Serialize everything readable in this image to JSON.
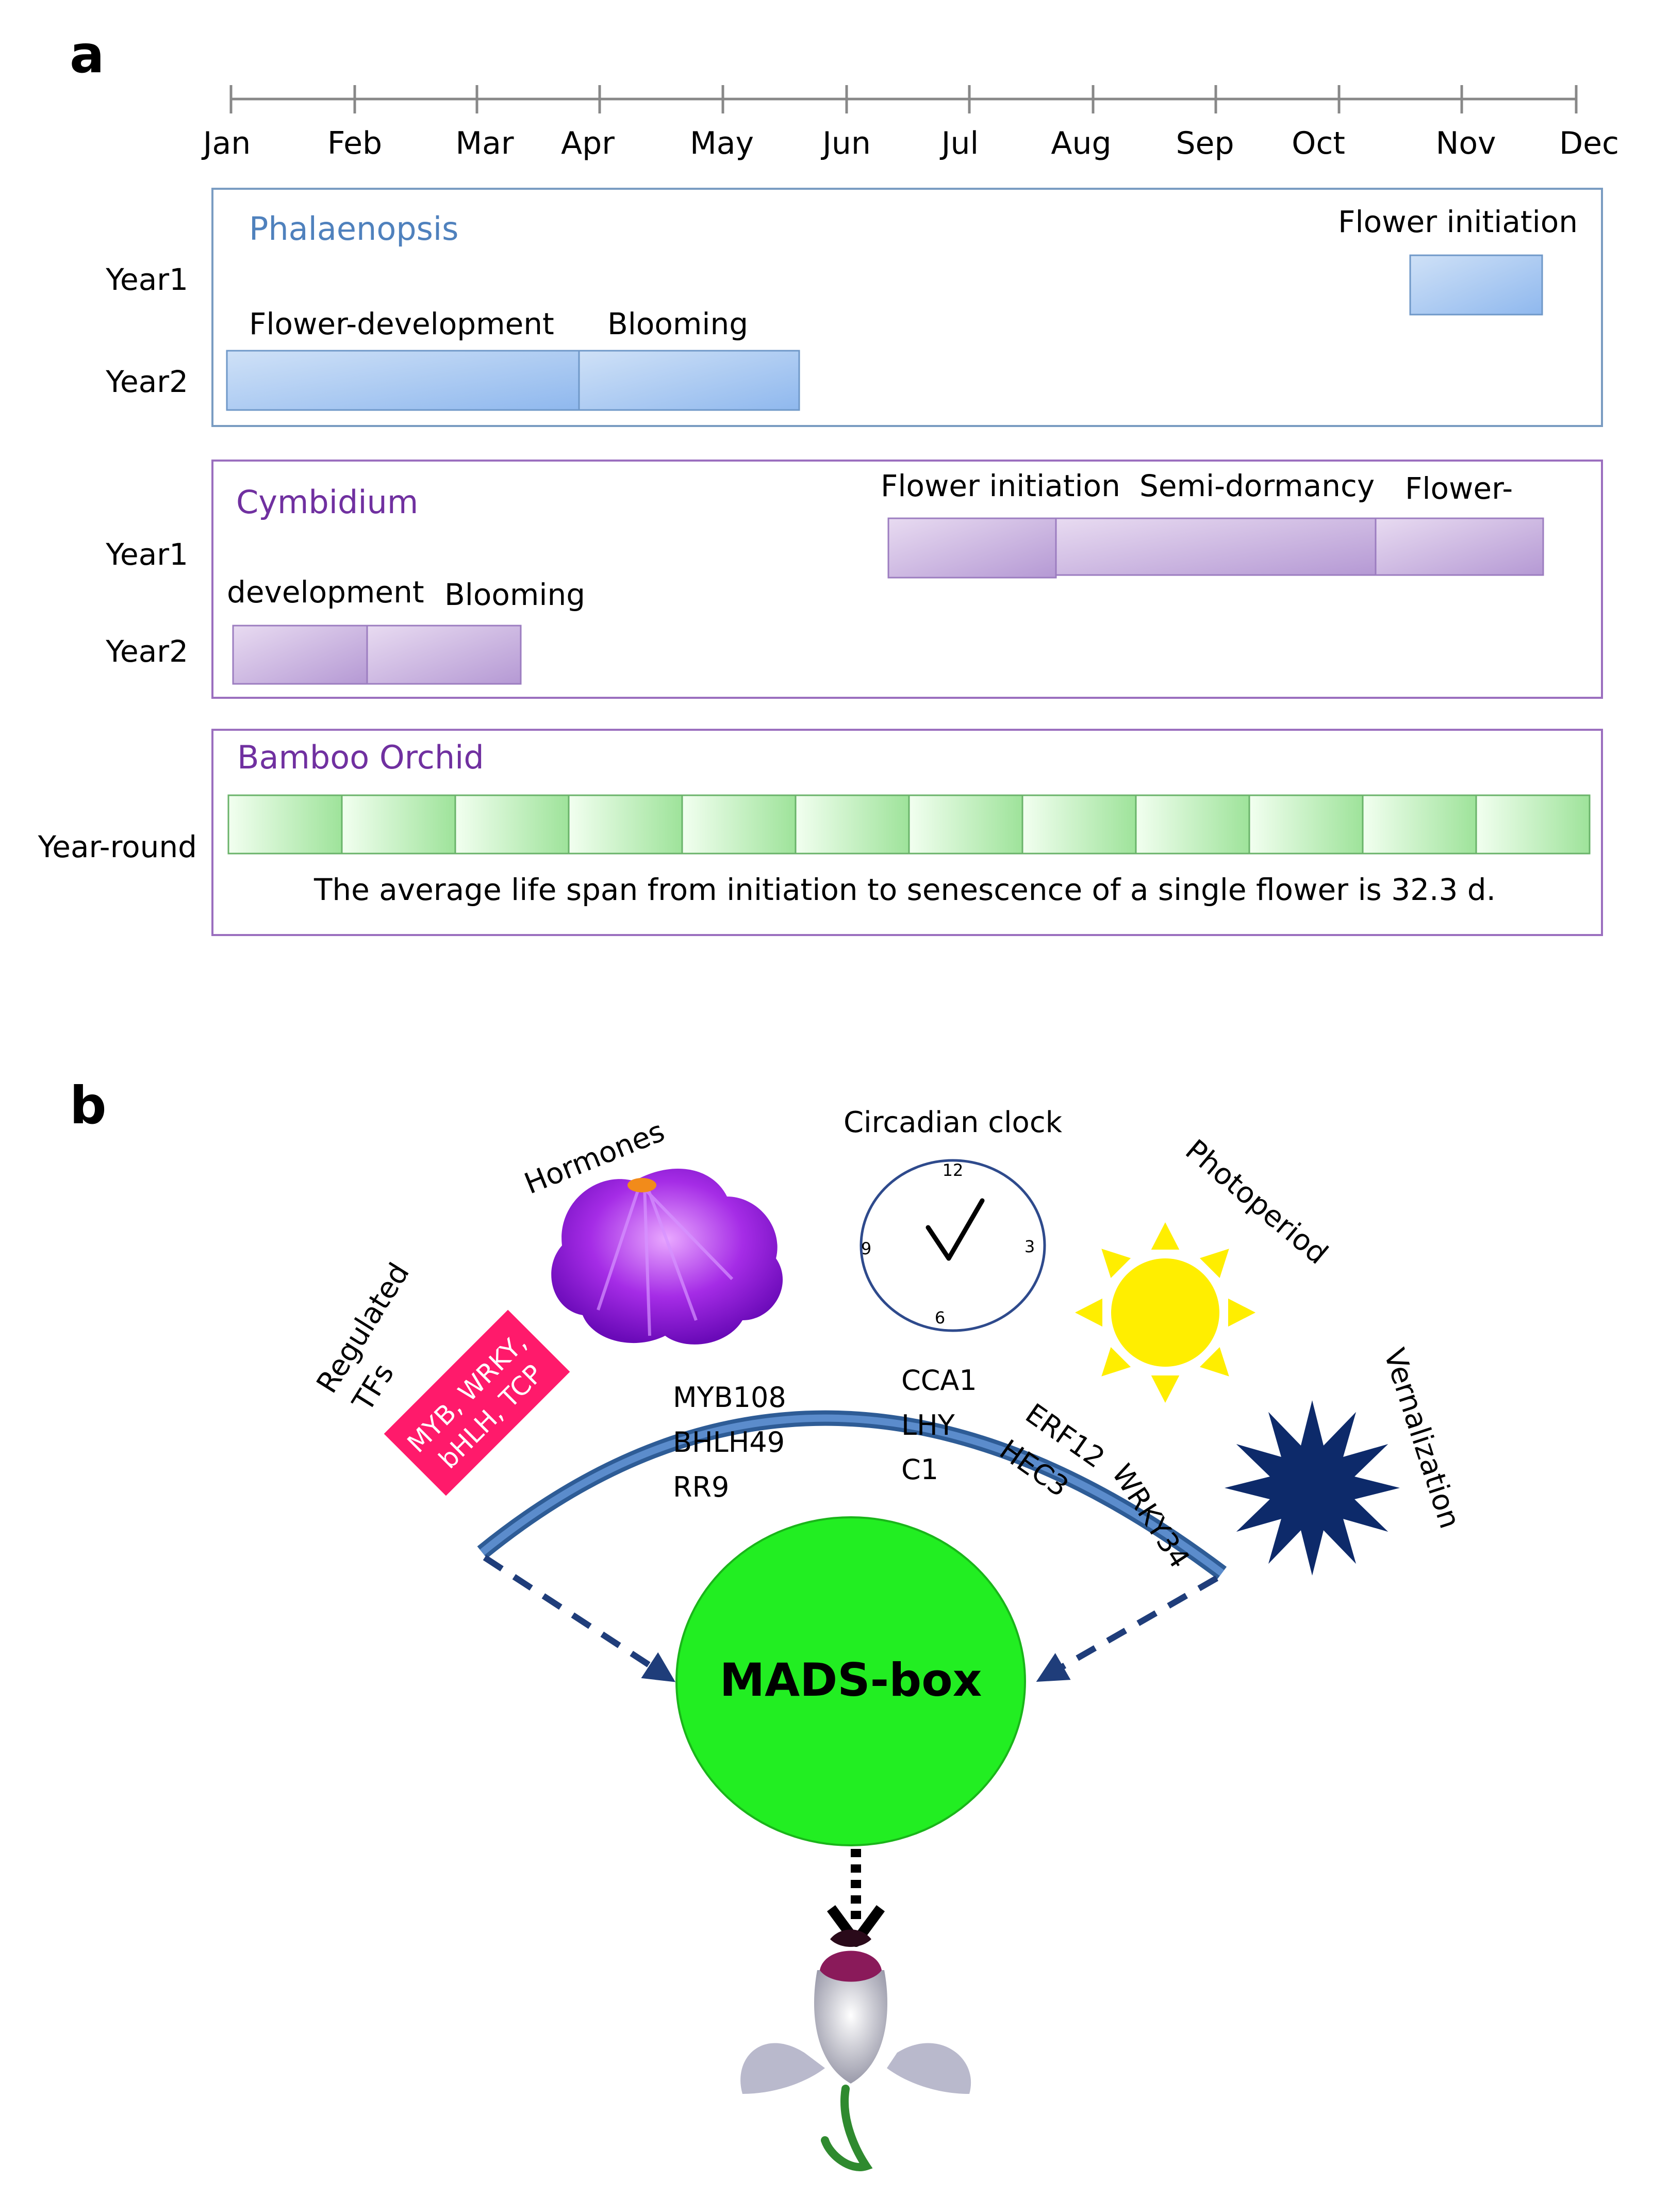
{
  "panel_a": {
    "label": "a",
    "months": [
      "Jan",
      "Feb",
      "Mar",
      "Apr",
      "May",
      "Jun",
      "Jul",
      "Aug",
      "Sep",
      "Oct",
      "Nov",
      "Dec"
    ],
    "phalaenopsis": {
      "name": "Phalaenopsis",
      "row1": "Year1",
      "row2": "Year2",
      "label_initiation": "Flower initiation",
      "label_development": "Flower-development",
      "label_blooming": "Blooming"
    },
    "cymbidium": {
      "name": "Cymbidium",
      "row1": "Year1",
      "row2": "Year2",
      "label_initiation": "Flower initiation",
      "label_dormancy": "Semi-dormancy",
      "label_flower": "Flower-",
      "label_development": "development",
      "label_blooming": "Blooming"
    },
    "bamboo": {
      "name": "Bamboo Orchid",
      "row": "Year-round",
      "note": "The average life span from initiation to  senescence of a single flower is 32.3 d."
    }
  },
  "panel_b": {
    "label": "b",
    "hormones": "Hormones",
    "circadian": "Circadian clock",
    "photoperiod": "Photoperiod",
    "regulated_line1": "Regulated",
    "regulated_line2": "TFs",
    "vernalization": "Vernalization",
    "tf_box_line1": "MYB, WRKY,",
    "tf_box_line2": "bHLH, TCP",
    "genes_left": [
      "MYB108",
      "BHLH49",
      "RR9"
    ],
    "genes_mid": [
      "CCA1",
      "LHY",
      "C1"
    ],
    "gene_erf": "ERF12",
    "gene_hec": "HEC3",
    "gene_wrky": "WRKY34",
    "clock_numbers": [
      "12",
      "3",
      "6",
      "9"
    ],
    "center": "MADS-box"
  },
  "colors": {
    "phal_blue": "#4f81bd",
    "cym_purple": "#7030a0",
    "bamboo_green": "#66cc66",
    "arc_blue": "#4a78b0",
    "mads_green": "#22ee22",
    "tf_pink": "#ff1a6b",
    "sun_yellow": "#ffee00",
    "star_navy": "#0d2a6a"
  }
}
